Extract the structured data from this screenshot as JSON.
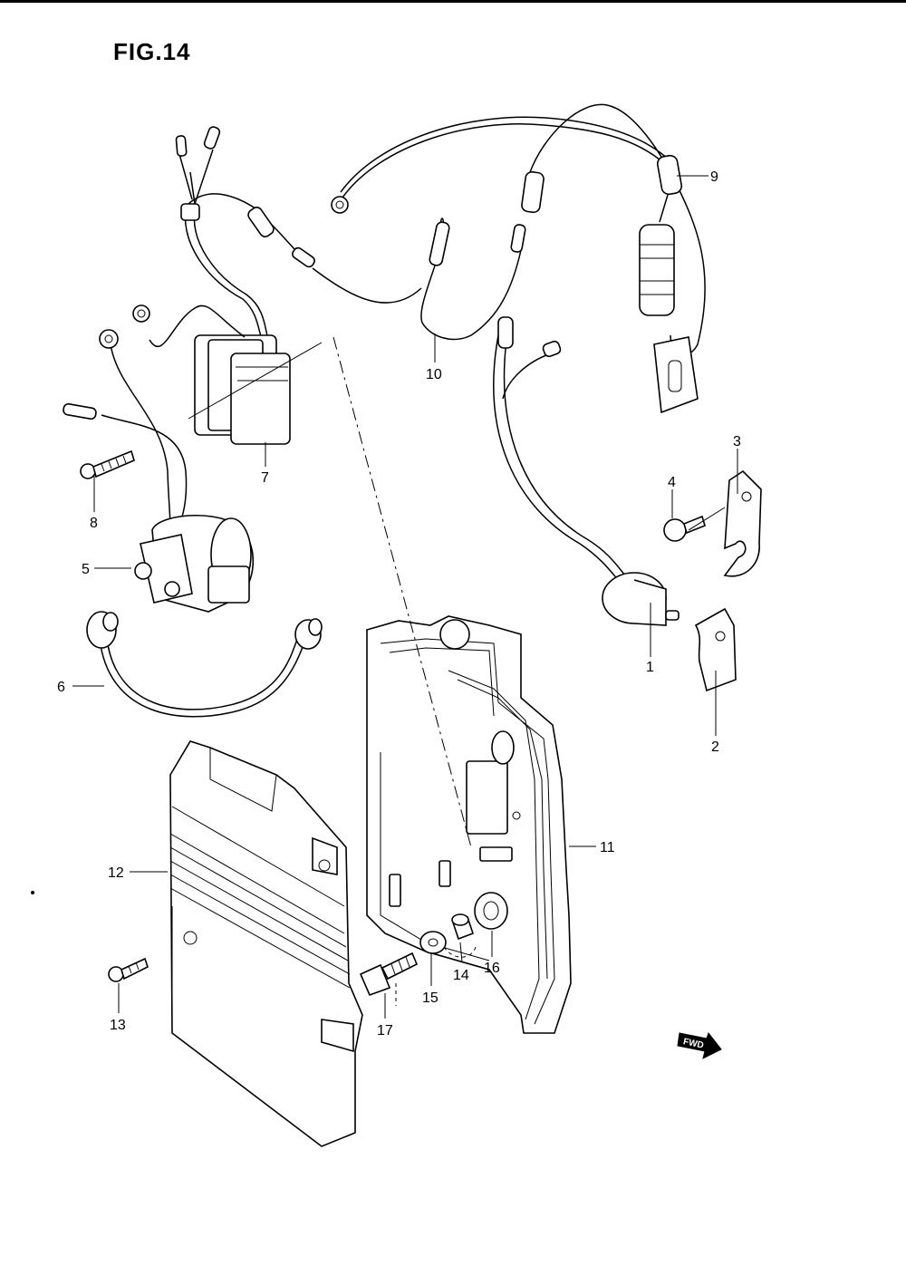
{
  "figure": {
    "title": "FIG.14"
  },
  "parts": [
    {
      "ref": "1"
    },
    {
      "ref": "2"
    },
    {
      "ref": "3"
    },
    {
      "ref": "4"
    },
    {
      "ref": "5"
    },
    {
      "ref": "6"
    },
    {
      "ref": "7"
    },
    {
      "ref": "8"
    },
    {
      "ref": "9"
    },
    {
      "ref": "10"
    },
    {
      "ref": "11"
    },
    {
      "ref": "12"
    },
    {
      "ref": "13"
    },
    {
      "ref": "14"
    },
    {
      "ref": "15"
    },
    {
      "ref": "16"
    },
    {
      "ref": "17"
    }
  ],
  "direction_marker": {
    "label": "FWD"
  }
}
